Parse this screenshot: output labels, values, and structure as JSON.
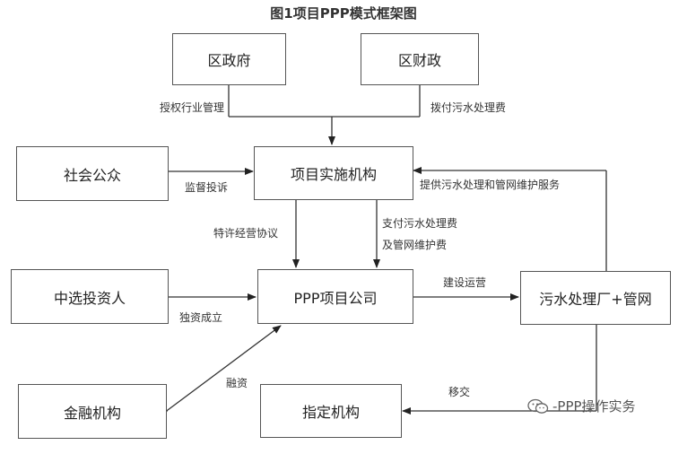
{
  "title": "图1项目PPP模式框架图",
  "boxes": {
    "district_gov": "区政府",
    "district_finance": "区财政",
    "public": "社会公众",
    "implementing_agency": "项目实施机构",
    "selected_investor": "中选投资人",
    "ppp_company": "PPP项目公司",
    "sewage_plant": "污水处理厂+管网",
    "financial_institution": "金融机构",
    "designated_agency": "指定机构"
  },
  "labels": {
    "authorize": "授权行业管理",
    "pay_fee_top": "拨付污水处理费",
    "supervise": "监督投诉",
    "provide_service": "提供污水处理和管网维护服务",
    "concession": "特许经营协议",
    "pay_fee_line1": "支付污水处理费",
    "pay_fee_line2": "及管网维护费",
    "invest": "独资成立",
    "build_operate": "建设运营",
    "financing": "融资",
    "transfer": "移交"
  },
  "watermark": "-PPP操作实务"
}
